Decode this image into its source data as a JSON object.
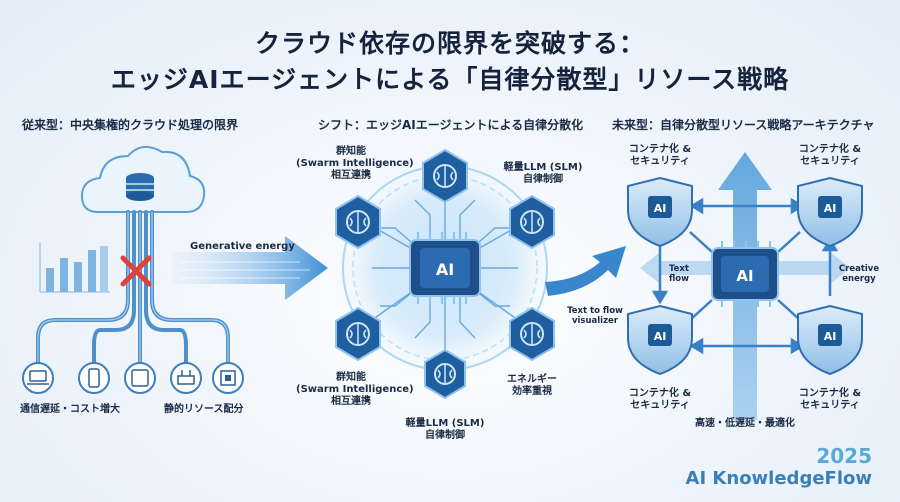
{
  "title": {
    "line1": "クラウド依存の限界を突破する：",
    "line2": "エッジAIエージェントによる「自律分散型」リソース戦略"
  },
  "sections": {
    "left": "従来型：中央集権的クラウド処理の限界",
    "center": "シフト：エッジAIエージェントによる自律分散化",
    "right": "未来型：自律分散型リソース戦略アーキテクチャ"
  },
  "left_panel": {
    "arrow_label": "Generative energy",
    "bottom_left": "通信遅延・コスト増大",
    "bottom_right": "静的リソース配分"
  },
  "center_panel": {
    "chip": "AI",
    "nodes": {
      "top_left": [
        "群知能",
        "(Swarm Intelligence)",
        "相互連携"
      ],
      "top_right": [
        "軽量LLM (SLM)",
        "自律制御"
      ],
      "bottom_left": [
        "群知能",
        "(Swarm Intelligence)",
        "相互連携"
      ],
      "bottom_right": [
        "エネルギー",
        "効率重視"
      ],
      "bottom": [
        "軽量LLM (SLM)",
        "自律制御"
      ]
    },
    "arrow_label": [
      "Text to flow",
      "visualizer"
    ]
  },
  "right_panel": {
    "chip": "AI",
    "shield_text": "AI",
    "corners": [
      "コンテナ化 &",
      "セキュリティ"
    ],
    "left_label": [
      "Text",
      "flow"
    ],
    "right_label": [
      "Creative",
      "energy"
    ],
    "bottom": "高速・低遅延・最適化"
  },
  "brand": {
    "year": "2025",
    "name": "AI KnowledgeFlow"
  },
  "colors": {
    "dark_blue": "#1f5fa0",
    "mid_blue": "#4f9ad8",
    "light_blue": "#a9d3f0",
    "cross_red": "#e0413a"
  }
}
